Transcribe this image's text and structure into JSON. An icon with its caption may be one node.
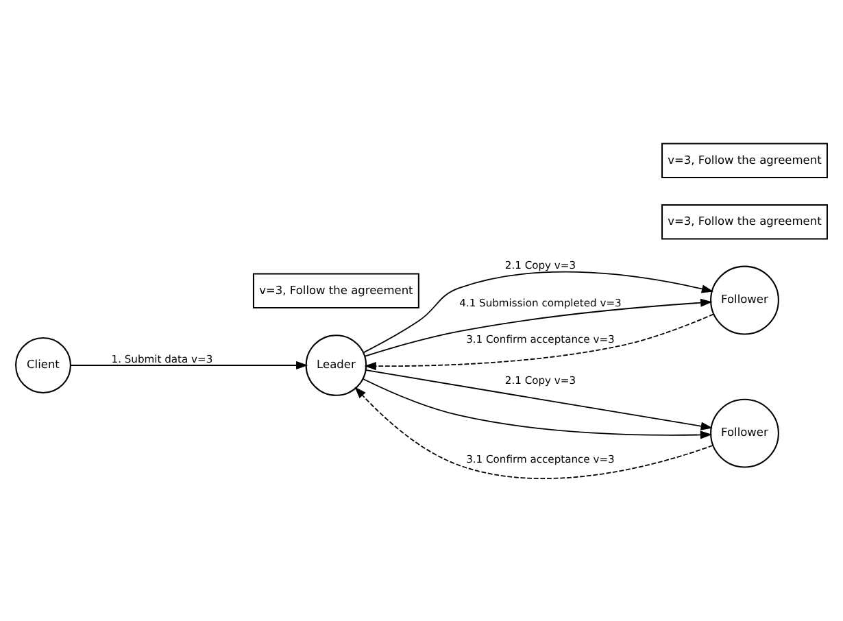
{
  "diagram": {
    "nodes": [
      {
        "text": [
          "Client"
        ]
      },
      {
        "text": [
          "Leader"
        ]
      },
      {
        "text": [
          "Follower"
        ]
      },
      {
        "text": [
          "Follower"
        ]
      },
      {
        "text": [
          "v=3, Follow the agreement"
        ]
      },
      {
        "text": [
          "v=3, Follow the agreement"
        ]
      },
      {
        "text": [
          "v=3, Follow the agreement"
        ]
      }
    ],
    "edges": [
      {
        "from": 0,
        "to": 1,
        "arrow": "to",
        "label": "1. Submit data v=3"
      },
      {
        "from": 1,
        "to": 2,
        "arrow": "to",
        "label": "2.1 Copy v=3"
      },
      {
        "from": 1,
        "to": 3,
        "arrow": "to",
        "label": "2.1 Copy v=3"
      },
      {
        "from": 2,
        "to": 1,
        "arrow": "to",
        "style": "dashed",
        "label": "3.1 Confirm acceptance v=3"
      },
      {
        "from": 3,
        "to": 1,
        "arrow": "to",
        "style": "dashed",
        "label": "3.1 Confirm acceptance v=3"
      },
      {
        "from": 1,
        "to": 2,
        "arrow": "to",
        "label": "4.1 Submission completed v=3"
      },
      {
        "from": 1,
        "to": 3,
        "arrow": "to"
      }
    ]
  }
}
